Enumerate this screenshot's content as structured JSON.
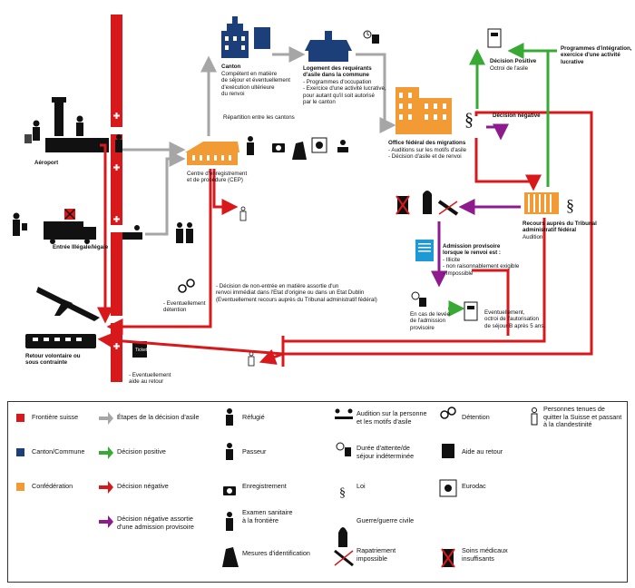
{
  "colors": {
    "red": "#d7191c",
    "gray": "#a6a6a6",
    "navy": "#1c3f7a",
    "orange": "#f29a34",
    "green": "#39a935",
    "purple": "#8e1b8e",
    "black": "#111111"
  },
  "labels": {
    "aeroport": "Aéroport",
    "entree": "Entrée Illégale/légale",
    "retour": "Retour volontaire ou\nsous contrainte",
    "aide_retour": "- Eventuellement\naide au retour",
    "detention_note": "- Eventuellement\ndétention",
    "canton_title": "Canton",
    "canton_text": "Compétent en matière\nde séjour et éventuellement\nd'exécution ultérieure\ndu renvoi",
    "repartition": "Répartition entre les cantons",
    "logement_title": "Logement des requérants\nd'asile dans la commune",
    "logement_text": "- Programmes d'occupation\n- Exercice d'une activité lucrative,\npour autant qu'il soit autorisé\npar le canton",
    "cep": "Centre d'enregistrement\net de procédure (CEP)",
    "ofm_title": "Office fédéral des migrations",
    "ofm_text": "- Auditions sur les motifs d'asile\n- Décision d'asile et de renvoi",
    "decision_positive_title": "Décision Positive",
    "decision_positive_text": "Octroi de l'asile",
    "programmes": "Programmes d'intégration,\nexercice d'une activité\nlucrative",
    "decision_negative": "Décision négative",
    "recours_title": "Recours auprès du Tribunal\nadministratif fédéral",
    "recours_text": "Audition",
    "admission_title": "Admission provisoire\nlorsque le renvoi est :",
    "admission_text": "- Illicite\n- non raisonnablement exigible\n- Impossible",
    "en_cas": "En cas de levée\nde l'admission\nprovisoire",
    "eventuellement_octroi": "Eventuellement,\noctroi de l'autorisation\nde séjour B après 5 ans.",
    "non_entree": "- Décision de non-entrée en matière assortie d'un\nrenvoi immédiat dans l'Etat d'origine ou dans un Etat Dublin\n(Eventuellement recours auprès du Tribunal administratif fédéral)",
    "ticket": "Ticket"
  },
  "legend": {
    "frontiere": "Frontière suisse",
    "etapes": "Étapes de la décision d'asile",
    "refugie": "Réfugié",
    "audition": "Audition sur la personne\net les motifs d'asile",
    "detention": "Détention",
    "personnes": "Personnes tenues de\nquitter la Suisse et passant\nà la clandestinité",
    "canton_commune": "Canton/Commune",
    "decision_positive": "Décision positive",
    "passeur": "Passeur",
    "duree": "Durée d'attente/de\nséjour indéterminée",
    "aide": "Aide au retour",
    "confederation": "Confédération",
    "decision_negative": "Décision négative",
    "enregistrement": "Enregistrement",
    "loi": "Loi",
    "eurodac": "Eurodac",
    "decision_admission": "Décision négative assortie\nd'une admission provisoire",
    "examen": "Examen sanitaire\nà la frontière",
    "guerre": "Guerre/guerre civile",
    "mesures": "Mesures d'identification",
    "rapatriement": "Rapatriement\nimpossible",
    "soins": "Soins médicaux\ninsuffisants"
  },
  "icons": [
    "plane-icon",
    "train-icon",
    "truck-icon",
    "person-icon",
    "building-icon",
    "clock-icon",
    "paragraph-icon",
    "handcuffs-icon",
    "camera-icon",
    "ticket-icon",
    "bullet-icon",
    "cross-icon"
  ]
}
